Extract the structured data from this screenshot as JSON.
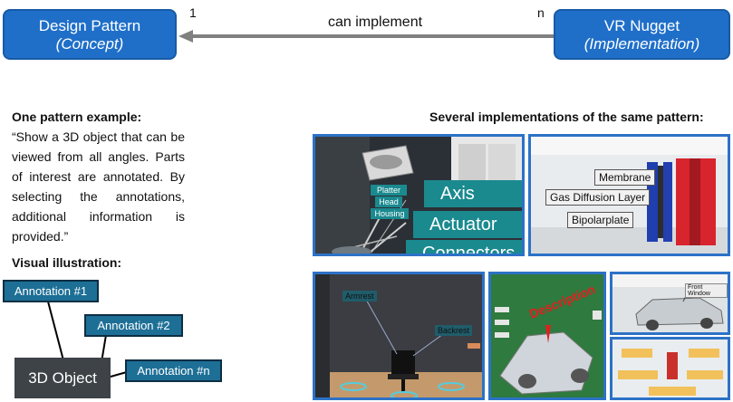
{
  "concept": {
    "pattern_title": "Design Pattern",
    "pattern_sub": "(Concept)",
    "nugget_title": "VR Nugget",
    "nugget_sub": "(Implementation)",
    "relation": "can implement",
    "mult_left": "1",
    "mult_right": "n"
  },
  "example": {
    "heading": "One pattern example:",
    "text": "“Show a 3D object that can be viewed from all angles. Parts of interest are annotated. By selecting the annotations, additional information is provided.”"
  },
  "illustration": {
    "heading": "Visual illustration:",
    "annotations": [
      "Annotation #1",
      "Annotation #2",
      "Annotation #n"
    ],
    "object": "3D Object"
  },
  "implementations": {
    "heading": "Several implementations of the same pattern:",
    "harddrive": {
      "big_labels": [
        "Axis",
        "Actuator",
        "Connectors"
      ],
      "small_labels": [
        "Platter",
        "Head",
        "Housing"
      ]
    },
    "fuelcell": {
      "labels": [
        "Membrane",
        "Gas Diffusion Layer",
        "Bipolarplate"
      ]
    },
    "car": {
      "labels": [
        "Front Window"
      ]
    },
    "chair": {
      "labels": [
        "Armrest",
        "Backrest"
      ]
    },
    "model": {
      "label": "Description"
    }
  },
  "colors": {
    "concept_blue": "#1f6fc9",
    "frame_blue": "#2c72c7",
    "annotation_teal": "#1d6f96",
    "object_grey": "#3d4347"
  }
}
